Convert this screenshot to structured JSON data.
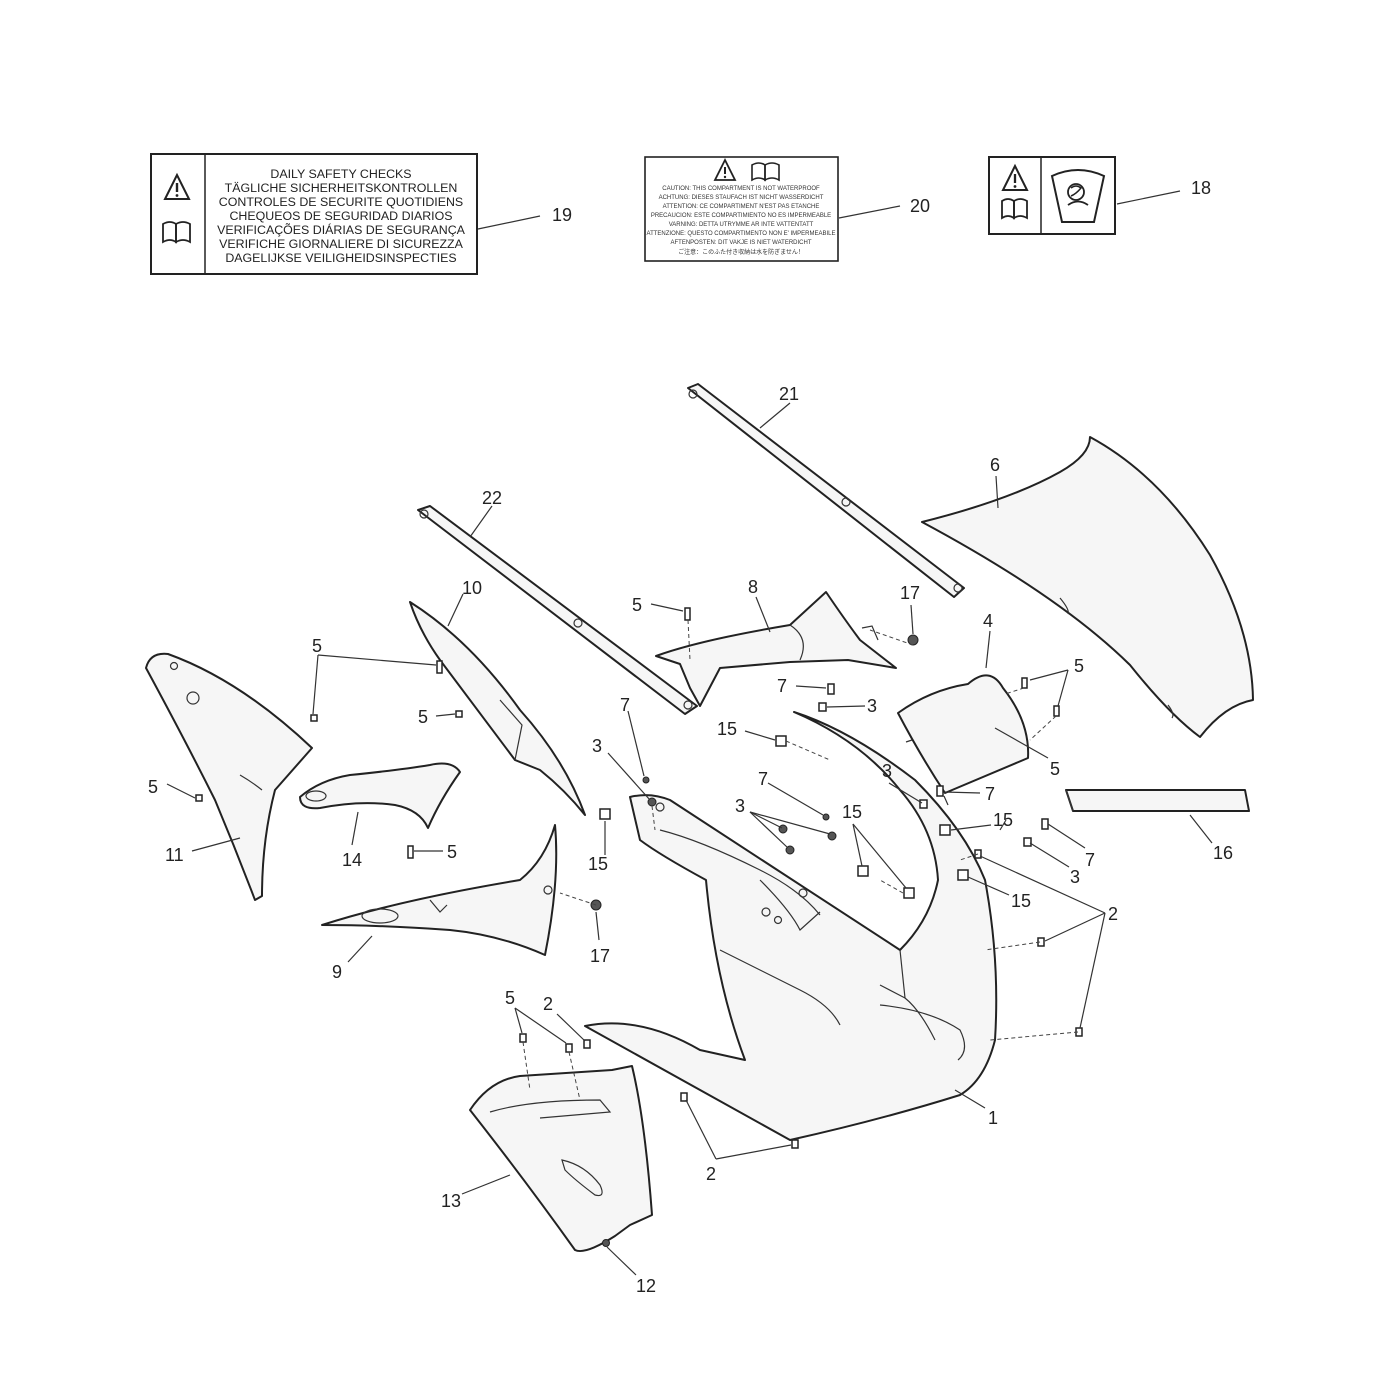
{
  "labels": {
    "daily_safety": {
      "lines": [
        "DAILY SAFETY CHECKS",
        "TÄGLICHE SICHERHEITSKONTROLLEN",
        "CONTROLES DE SECURITE QUOTIDIENS",
        "CHEQUEOS DE SEGURIDAD DIARIOS",
        "VERIFICAÇÕES DIÁRIAS DE SEGURANÇA",
        "VERIFICHE GIORNALIERE DI SICUREZZA",
        "DAGELIJKSE VEILIGHEIDSINSPECTIES"
      ],
      "icons": [
        "warning-triangle-icon",
        "manual-book-icon"
      ]
    },
    "compartment_warning": {
      "lines": [
        "CAUTION: THIS COMPARTMENT IS NOT WATERPROOF",
        "ACHTUNG: DIESES STAUFACH IST NICHT WASSERDICHT",
        "ATTENTION: CE COMPARTIMENT N'EST PAS ETANCHE",
        "PRECAUCION: ESTE COMPARTIMIENTO NO ES IMPERMEABLE",
        "VARNING: DETTA UTRYMME AR INTE VATTENTATT",
        "ATTENZIONE: QUESTO COMPARTIMENTO NON E' IMPERMEABILE",
        "AFTENPOSTEN: DIT VAKJE IS NIET WATERDICHT",
        "ご注意：このふた付き収納は水を防ぎません！"
      ],
      "icons": [
        "warning-triangle-icon",
        "manual-book-icon"
      ]
    },
    "screen_cleaning": {
      "icons": [
        "warning-triangle-icon",
        "manual-book-icon",
        "screen-cleaning-icon"
      ]
    }
  },
  "callouts": {
    "c1": "1",
    "c2a": "2",
    "c2b": "2",
    "c2c": "2",
    "c3a": "3",
    "c3b": "3",
    "c3c": "3",
    "c3d": "3",
    "c3e": "3",
    "c4": "4",
    "c5a": "5",
    "c5b": "5",
    "c5c": "5",
    "c5d": "5",
    "c5e": "5",
    "c5f": "5",
    "c5g": "5",
    "c5h": "5",
    "c6": "6",
    "c7a": "7",
    "c7b": "7",
    "c7c": "7",
    "c7d": "7",
    "c7e": "7",
    "c8": "8",
    "c9": "9",
    "c10": "10",
    "c11": "11",
    "c12": "12",
    "c13": "13",
    "c14": "14",
    "c15a": "15",
    "c15b": "15",
    "c15c": "15",
    "c15d": "15",
    "c15e": "15",
    "c16": "16",
    "c17a": "17",
    "c17b": "17",
    "c18": "18",
    "c19": "19",
    "c20": "20",
    "c21": "21",
    "c22": "22"
  }
}
